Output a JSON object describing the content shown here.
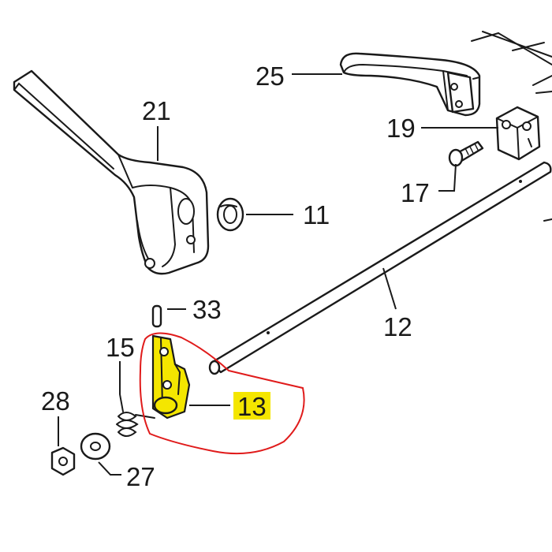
{
  "callouts": {
    "c25": "25",
    "c21": "21",
    "c19": "19",
    "c17": "17",
    "c11": "11",
    "c33": "33",
    "c12": "12",
    "c15": "15",
    "c28": "28",
    "c13": "13",
    "c27": "27"
  },
  "highlighted_part": "13",
  "colors": {
    "highlight": "#f4e600",
    "circle": "#e01b1b",
    "ink": "#1a1a1a"
  }
}
